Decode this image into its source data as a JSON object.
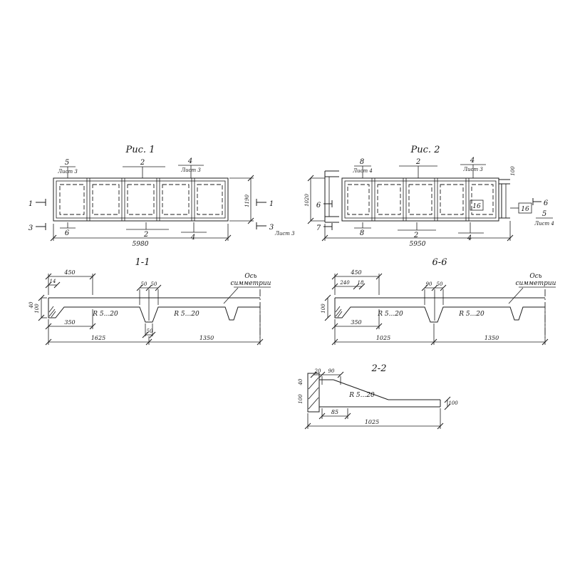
{
  "fig1": {
    "title": "Рис. 1",
    "callout_5": "5",
    "callout_2_top": "2",
    "callout_4_top": "4",
    "sheet_5": "Лист 3",
    "sheet_4": "Лист 3",
    "mark_1_left": "1",
    "mark_3_left": "3",
    "mark_1_right": "1",
    "mark_3_right": "3",
    "sheet_right": "Лист 3",
    "callout_6": "6",
    "callout_2_bottom": "2",
    "callout_4_bottom": "4",
    "dim_length": "5980",
    "dim_height": "1190"
  },
  "fig2": {
    "title": "Рис. 2",
    "callout_8_top": "8",
    "callout_2_top": "2",
    "callout_4_top": "4",
    "sheet_8": "Лист 4",
    "sheet_4": "Лист 3",
    "mark_6_left": "6",
    "mark_7": "7",
    "mark_16_inner": "16",
    "mark_16_outer": "16",
    "mark_6_right": "6",
    "mark_5": "5",
    "sheet_5": "Лист 4",
    "callout_8_bottom": "8",
    "callout_2_bottom": "2",
    "callout_4_bottom": "4",
    "dim_length": "5950",
    "dim_height_left": "1020",
    "dim_small_right": "100"
  },
  "sec11": {
    "title": "1-1",
    "axis_line1": "Ось",
    "axis_line2": "симметрии",
    "dim_450": "450",
    "dim_14": "14",
    "dim_50a": "50",
    "dim_50b": "50",
    "radius_left": "R 5...20",
    "radius_right": "R 5...20",
    "dim_100": "100",
    "dim_40": "40",
    "dim_350": "350",
    "dim_50_rib": "50",
    "dim_1625": "1625",
    "dim_1350": "1350"
  },
  "sec66": {
    "title": "6-6",
    "axis_line1": "Ось",
    "axis_line2": "симметрии",
    "dim_450": "450",
    "dim_240": "240",
    "dim_18": "18",
    "dim_90": "90",
    "dim_50": "50",
    "radius_left": "R 5...20",
    "radius_right": "R 5...20",
    "dim_100": "100",
    "dim_350": "350",
    "dim_1025": "1025",
    "dim_1350": "1350"
  },
  "sec22": {
    "title": "2-2",
    "dim_20": "20",
    "dim_90": "90",
    "radius": "R 5...20",
    "dim_40": "40",
    "dim_100_left": "100",
    "dim_100_right": "100",
    "dim_85": "85",
    "dim_1025": "1025"
  }
}
